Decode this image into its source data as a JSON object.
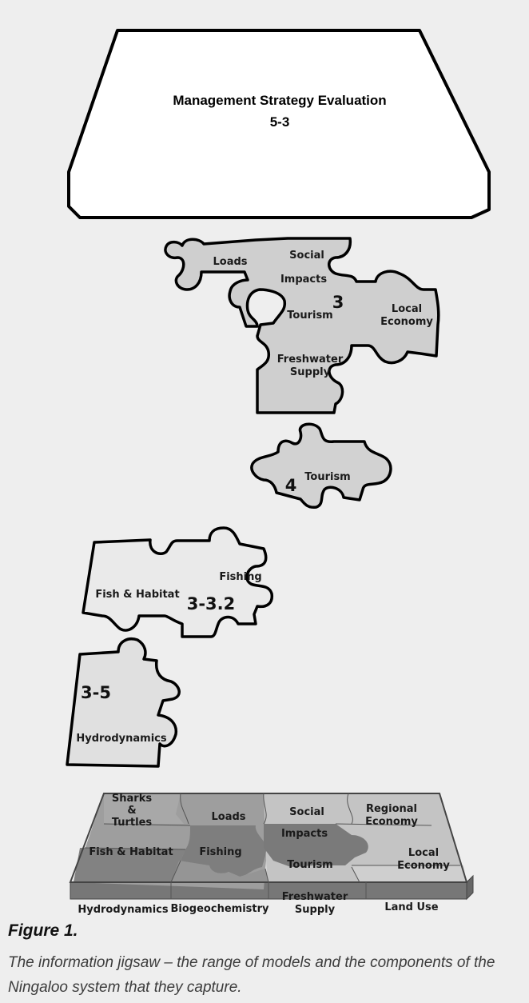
{
  "top_block": {
    "title": "Management Strategy Evaluation",
    "number": "5-3"
  },
  "cluster_3": {
    "number": "3",
    "labels": [
      "Loads",
      "Social",
      "Impacts",
      "Tourism",
      "Local",
      "Economy",
      "Freshwater",
      "Supply"
    ]
  },
  "cluster_4": {
    "number": "4",
    "labels": [
      "Tourism"
    ]
  },
  "cluster_33": {
    "number": "3-3.2",
    "labels": [
      "Fishing",
      "Fish & Habitat"
    ]
  },
  "cluster_35": {
    "number": "3-5",
    "labels": [
      "Hydrodynamics"
    ]
  },
  "board": {
    "labels": [
      "Sharks",
      "&",
      "Turtles",
      "Loads",
      "Social",
      "Regional",
      "Economy",
      "Fish & Habitat",
      "Fishing",
      "Impacts",
      "Tourism",
      "Local",
      "Economy",
      "Freshwater",
      "Supply",
      "Biogeochemistry",
      "Land Use",
      "Hydrodynamics"
    ],
    "colors": {
      "dark": "#8a8a8a",
      "mid": "#a2a2a2",
      "light": "#c6c6c6",
      "darkest": "#7a7a7a"
    }
  },
  "caption": {
    "title": "Figure 1.",
    "text": "The information jigsaw – the range of models and the components of the Ningaloo system that they capture."
  }
}
